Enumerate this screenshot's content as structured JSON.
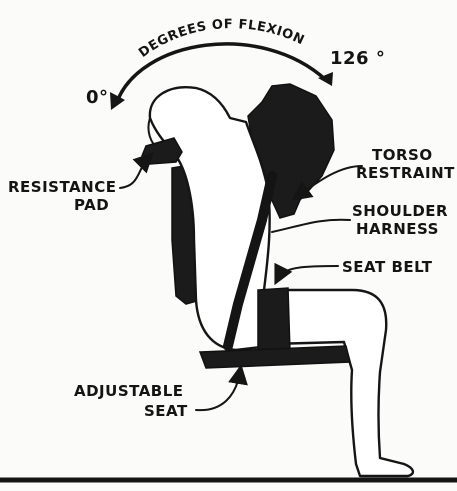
{
  "diagram": {
    "arc_label": "DEGREES OF FLEXION",
    "angle_start": "0°",
    "angle_end": "126 °",
    "labels": {
      "torso_line1": "TORSO",
      "torso_line2": "RESTRAINT",
      "resistance_line1": "RESISTANCE",
      "resistance_line2": "PAD",
      "shoulder_line1": "SHOULDER",
      "shoulder_line2": "HARNESS",
      "seat_belt": "SEAT BELT",
      "adjustable_line1": "ADJUSTABLE",
      "adjustable_line2": "SEAT"
    }
  },
  "colors": {
    "ink": "#141414",
    "paper": "#fbfbf9"
  }
}
